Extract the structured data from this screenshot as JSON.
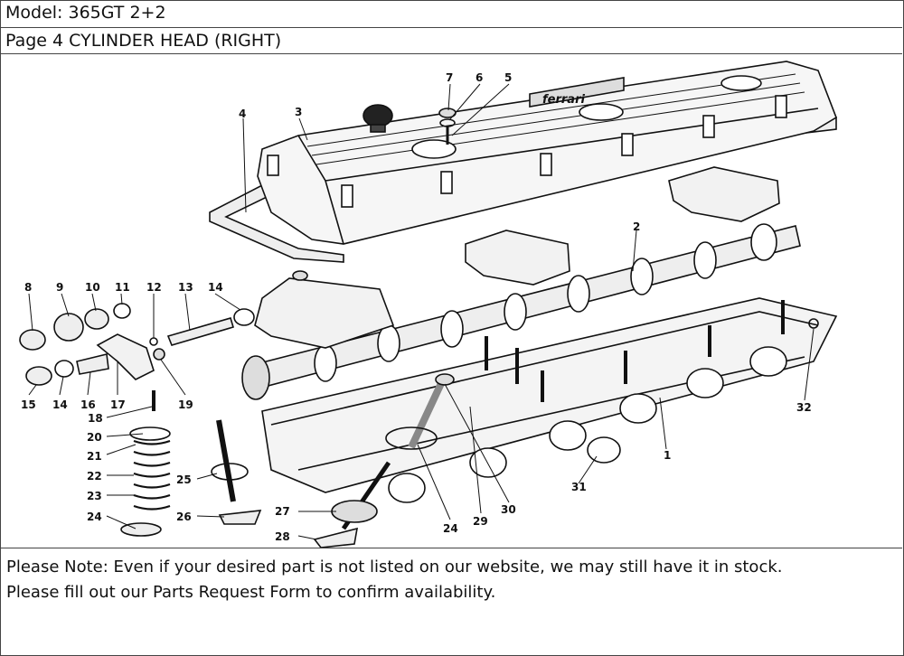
{
  "header": {
    "model": "Model: 365GT 2+2",
    "page": "Page 4  CYLINDER HEAD (RIGHT)"
  },
  "diagram": {
    "cover_brand": "ferrari",
    "callouts": [
      {
        "label": "1"
      },
      {
        "label": "2"
      },
      {
        "label": "3"
      },
      {
        "label": "4"
      },
      {
        "label": "5"
      },
      {
        "label": "6"
      },
      {
        "label": "7"
      },
      {
        "label": "8"
      },
      {
        "label": "9"
      },
      {
        "label": "10"
      },
      {
        "label": "11"
      },
      {
        "label": "12"
      },
      {
        "label": "13"
      },
      {
        "label": "14"
      },
      {
        "label": "15"
      },
      {
        "label": "14"
      },
      {
        "label": "16"
      },
      {
        "label": "17"
      },
      {
        "label": "18"
      },
      {
        "label": "19"
      },
      {
        "label": "20"
      },
      {
        "label": "21"
      },
      {
        "label": "22"
      },
      {
        "label": "23"
      },
      {
        "label": "24"
      },
      {
        "label": "25"
      },
      {
        "label": "26"
      },
      {
        "label": "27"
      },
      {
        "label": "28"
      },
      {
        "label": "24"
      },
      {
        "label": "29"
      },
      {
        "label": "30"
      },
      {
        "label": "31"
      },
      {
        "label": "32"
      }
    ]
  },
  "note": {
    "line1": "Please Note: Even if your desired part is not listed on our website, we may still have it in stock.",
    "line2": "Please fill out our Parts Request Form to confirm availability."
  }
}
